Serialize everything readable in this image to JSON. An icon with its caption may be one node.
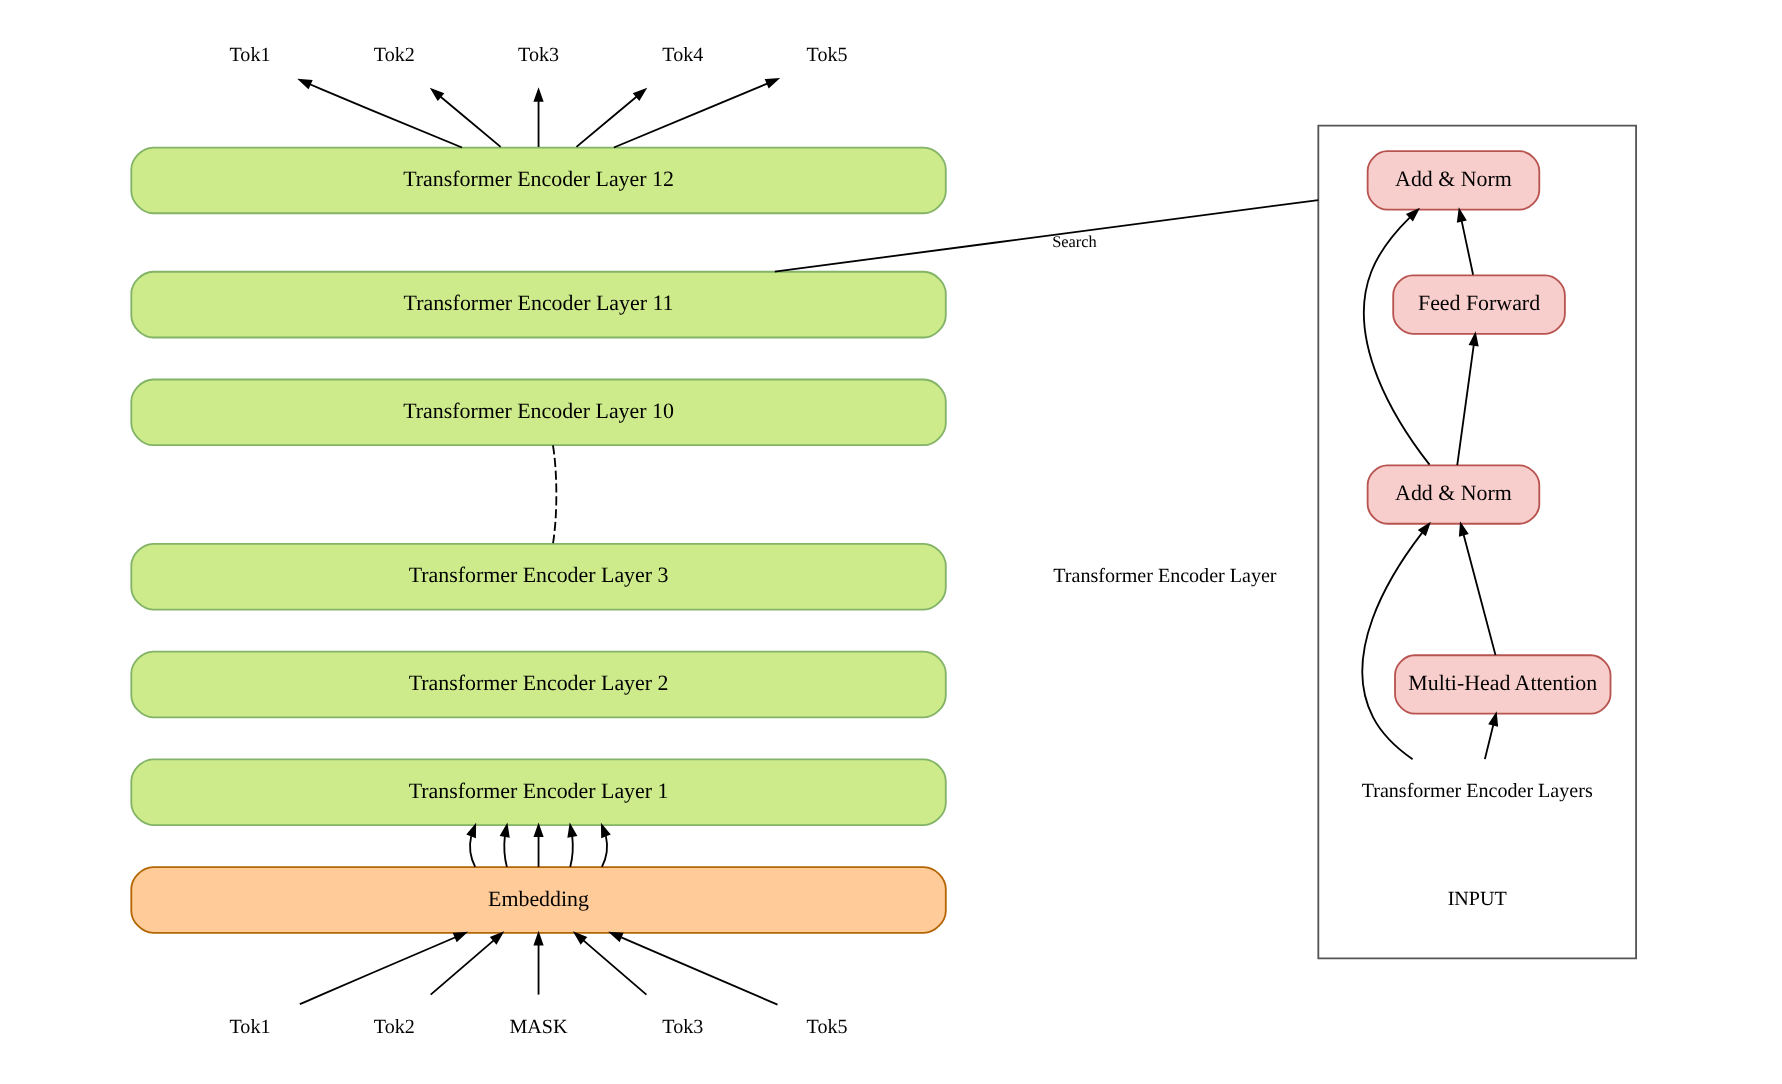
{
  "diagram": {
    "nodes": [
      {
        "text": [
          "Tok1"
        ]
      },
      {
        "text": [
          "Tok2"
        ]
      },
      {
        "text": [
          "Tok3"
        ]
      },
      {
        "text": [
          "Tok4"
        ]
      },
      {
        "text": [
          "Tok5"
        ]
      },
      {
        "text": [
          "Transformer Encoder Layer 12"
        ]
      },
      {
        "text": [
          "Transformer Encoder Layer 11"
        ]
      },
      {
        "text": [
          "Transformer Encoder Layer 10"
        ]
      },
      {
        "text": [
          "Transformer Encoder Layer 3"
        ]
      },
      {
        "text": [
          "Transformer Encoder Layer 2"
        ]
      },
      {
        "text": [
          "Transformer Encoder Layer 1"
        ]
      },
      {
        "text": [
          "Embedding"
        ]
      },
      {
        "text": [
          "Tok1"
        ]
      },
      {
        "text": [
          "Tok2"
        ]
      },
      {
        "text": [
          "MASK"
        ]
      },
      {
        "text": [
          "Tok3"
        ]
      },
      {
        "text": [
          "Tok5"
        ]
      },
      {
        "text": [],
        "shape": "box"
      },
      {
        "text": [
          "Add & Norm"
        ],
        "in": 17
      },
      {
        "text": [
          "Feed Forward"
        ],
        "in": 17
      },
      {
        "text": [
          "Add & Norm"
        ],
        "in": 17
      },
      {
        "text": [
          "Multi-Head Attention"
        ],
        "in": 17
      },
      {
        "text": [
          "Transformer Encoder Layers"
        ],
        "in": 17
      }
    ],
    "edges": [
      {
        "from": 5,
        "to": 0,
        "arrow": "to"
      },
      {
        "from": 5,
        "to": 1,
        "arrow": "to"
      },
      {
        "from": 5,
        "to": 2,
        "arrow": "to"
      },
      {
        "from": 5,
        "to": 3,
        "arrow": "to"
      },
      {
        "from": 5,
        "to": 4,
        "arrow": "to"
      },
      {
        "from": 7,
        "to": 8,
        "arrow": "none",
        "style": "dashed"
      },
      {
        "from": 11,
        "to": 10,
        "arrow": "to"
      },
      {
        "from": 11,
        "to": 10,
        "arrow": "to"
      },
      {
        "from": 11,
        "to": 10,
        "arrow": "to"
      },
      {
        "from": 11,
        "to": 10,
        "arrow": "to"
      },
      {
        "from": 11,
        "to": 10,
        "arrow": "to"
      },
      {
        "from": 12,
        "to": 11,
        "arrow": "to"
      },
      {
        "from": 13,
        "to": 11,
        "arrow": "to"
      },
      {
        "from": 14,
        "to": 11,
        "arrow": "to"
      },
      {
        "from": 15,
        "to": 11,
        "arrow": "to"
      },
      {
        "from": 16,
        "to": 11,
        "arrow": "to"
      },
      {
        "from": 6,
        "to": 17,
        "arrow": "none",
        "label": "Search"
      },
      {
        "from": 22,
        "to": 21,
        "arrow": "to"
      },
      {
        "from": 22,
        "to": 20,
        "arrow": "to"
      },
      {
        "from": 21,
        "to": 20,
        "arrow": "to"
      },
      {
        "from": 20,
        "to": 19,
        "arrow": "to"
      },
      {
        "from": 20,
        "to": 18,
        "arrow": "to"
      },
      {
        "from": 19,
        "to": 18,
        "arrow": "to"
      }
    ],
    "labels": [
      "Transformer Encoder Layer",
      "INPUT"
    ]
  }
}
